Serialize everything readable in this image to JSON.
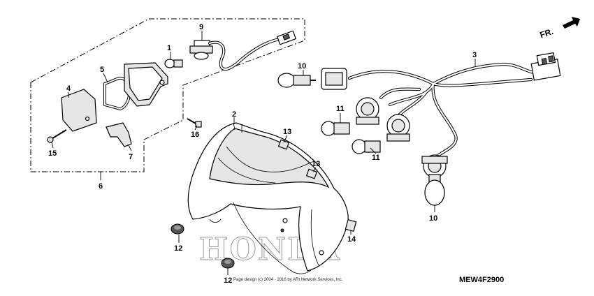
{
  "diagram": {
    "direction_label": "FR.",
    "diagram_code": "MEW4F2900",
    "copyright": "Page design (c) 2004 - 2016 by ARI Network Services, Inc.",
    "watermark": "HONDA",
    "callouts": [
      "1",
      "2",
      "3",
      "4",
      "5",
      "6",
      "7",
      "9",
      "10",
      "10",
      "11",
      "11",
      "12",
      "12",
      "13",
      "13",
      "14",
      "15",
      "16"
    ]
  }
}
